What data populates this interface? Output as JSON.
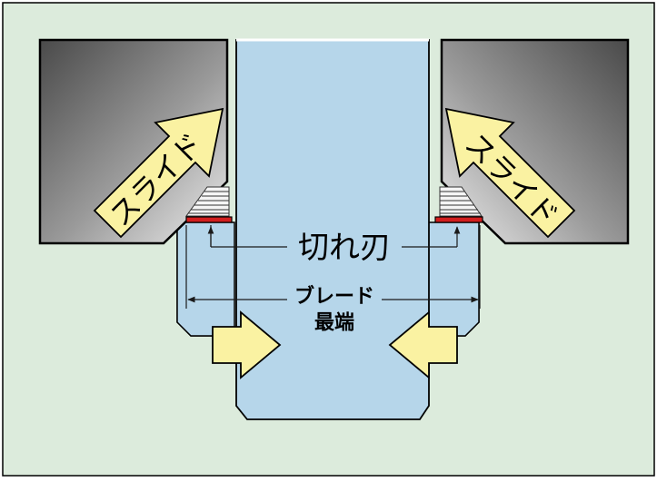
{
  "diagram": {
    "labels": {
      "cutting_edge": "切れ刃",
      "blade_tip_line1": "ブレード",
      "blade_tip_line2": "最端",
      "slide_left": "スライド",
      "slide_right": "スライド"
    },
    "colors": {
      "background": "#dcebdc",
      "blade": "#b6d6ea",
      "arrow_fill": "#faf2a2",
      "edge_accent": "#d21e1e",
      "outline": "#000000",
      "dimension_line": "#1a1a1a"
    }
  }
}
